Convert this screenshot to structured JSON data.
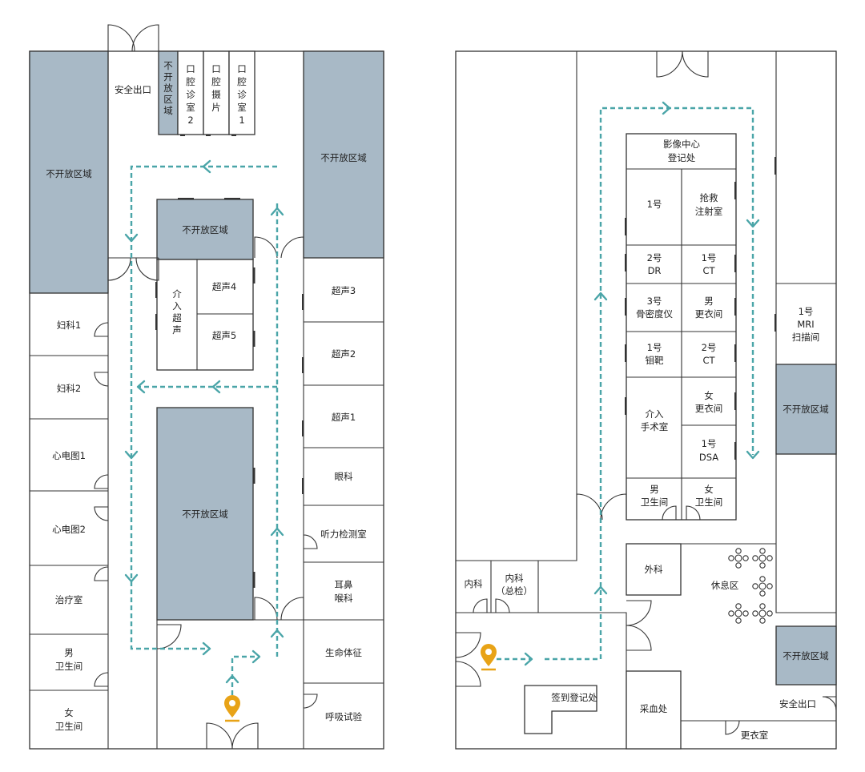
{
  "floor1": {
    "closed_top_left": "不开放区域",
    "safety_exit": "安全出口",
    "closed_small": "不开放区域",
    "oral_room_2": "口腔诊室2",
    "oral_film": "口腔摄片",
    "oral_room_1": "口腔诊室1",
    "closed_top_right": "不开放区域",
    "closed_center_top": "不开放区域",
    "interventional_ultrasound": "介入超声",
    "ultrasound_4": "超声4",
    "ultrasound_5": "超声5",
    "closed_center": "不开放区域",
    "gynecology_1": "妇科1",
    "gynecology_2": "妇科2",
    "ecg_1": "心电图1",
    "ecg_2": "心电图2",
    "treatment_room": "治疗室",
    "male_restroom": [
      "男",
      "卫生间"
    ],
    "female_restroom": [
      "女",
      "卫生间"
    ],
    "ultrasound_3": "超声3",
    "ultrasound_2": "超声2",
    "ultrasound_1": "超声1",
    "ophthalmology": "眼科",
    "hearing_test": "听力检测室",
    "ent": [
      "耳鼻",
      "喉科"
    ],
    "vital_signs": "生命体征",
    "breath_test": "呼吸试验"
  },
  "floor2": {
    "imaging_registration": [
      "影像中心",
      "登记处"
    ],
    "no1": "1号",
    "emergency_injection": [
      "抢救",
      "注射室"
    ],
    "dr2": [
      "2号",
      "DR"
    ],
    "ct1": [
      "1号",
      "CT"
    ],
    "bone_densitometer": [
      "3号",
      "骨密度仪"
    ],
    "male_changing": [
      "男",
      "更衣间"
    ],
    "molybdenum_target": [
      "1号",
      "钼靶"
    ],
    "ct2": [
      "2号",
      "CT"
    ],
    "interventional_surgery": [
      "介入",
      "手术室"
    ],
    "female_changing": [
      "女",
      "更衣间"
    ],
    "dsa1": [
      "1号",
      "DSA"
    ],
    "male_restroom": [
      "男",
      "卫生间"
    ],
    "female_restroom": [
      "女",
      "卫生间"
    ],
    "mri1": [
      "1号",
      "MRI",
      "扫描间"
    ],
    "closed_right_1": "不开放区域",
    "closed_right_2": "不开放区域",
    "internal_medicine": "内科",
    "internal_medicine_checkup": [
      "内科",
      "（总检）"
    ],
    "surgery": "外科",
    "rest_area": "休息区",
    "sign_in_registration": "签到登记处",
    "blood_collection": "采血处",
    "safety_exit": "安全出口",
    "changing_room": "更衣室"
  },
  "colors": {
    "closed_area": "#a8b9c6",
    "route": "#4aa5a8",
    "location_pin": "#e8a317",
    "walls": "#333333"
  },
  "icons": [
    "location-pin-icon",
    "route-arrow-icon",
    "door-icon",
    "table-chairs-icon"
  ]
}
